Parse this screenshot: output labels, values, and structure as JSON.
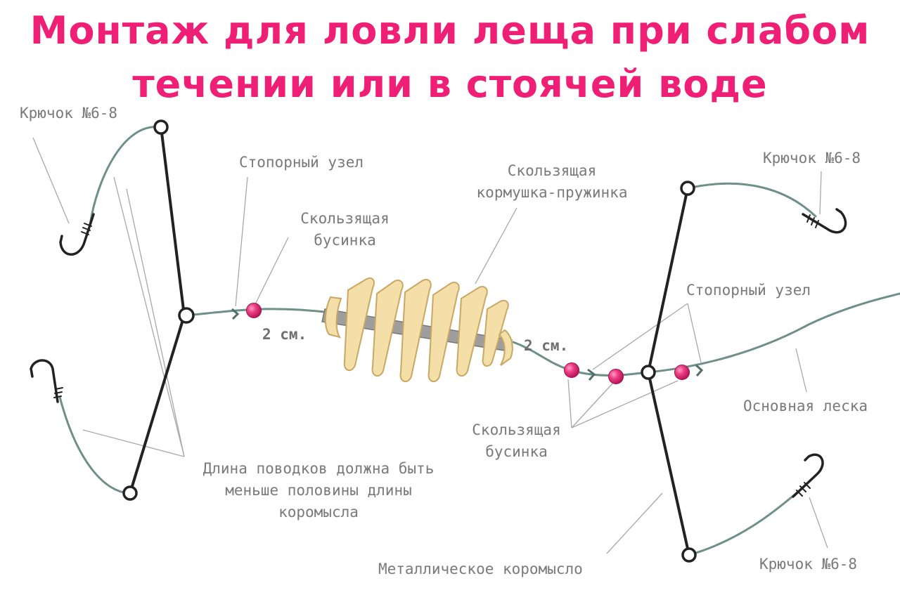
{
  "title": {
    "line1": "Монтаж для ловли леща при слабом",
    "line2": "течении или в стоячей воде"
  },
  "labels": {
    "hook_top_left": "Крючок №6-8",
    "hook_top_right": "Крючок №6-8",
    "hook_bottom_right": "Крючок №6-8",
    "stop_knot_left": "Стопорный узел",
    "stop_knot_right": "Стопорный узел",
    "sliding_bead_left": [
      "Скользящая",
      "бусинка"
    ],
    "sliding_bead_right": [
      "Скользящая",
      "бусинка"
    ],
    "feeder": [
      "Скользящая",
      "кормушка-пружинка"
    ],
    "distance_left": "2 см.",
    "distance_right": "2 см.",
    "main_line": "Основная леска",
    "leader_length": [
      "Длина поводков должна быть",
      "меньше половины длины",
      "коромысла"
    ],
    "metal_rocker": "Металлическое коромысло"
  },
  "colors": {
    "title": "#f01f76",
    "label_text": "#7a7a7a",
    "leader_line": "#6e9088",
    "bead": "#e6337a",
    "feeder_fill": "#f5dfa8",
    "feeder_stroke": "#c9a764",
    "rod": "#222222"
  }
}
